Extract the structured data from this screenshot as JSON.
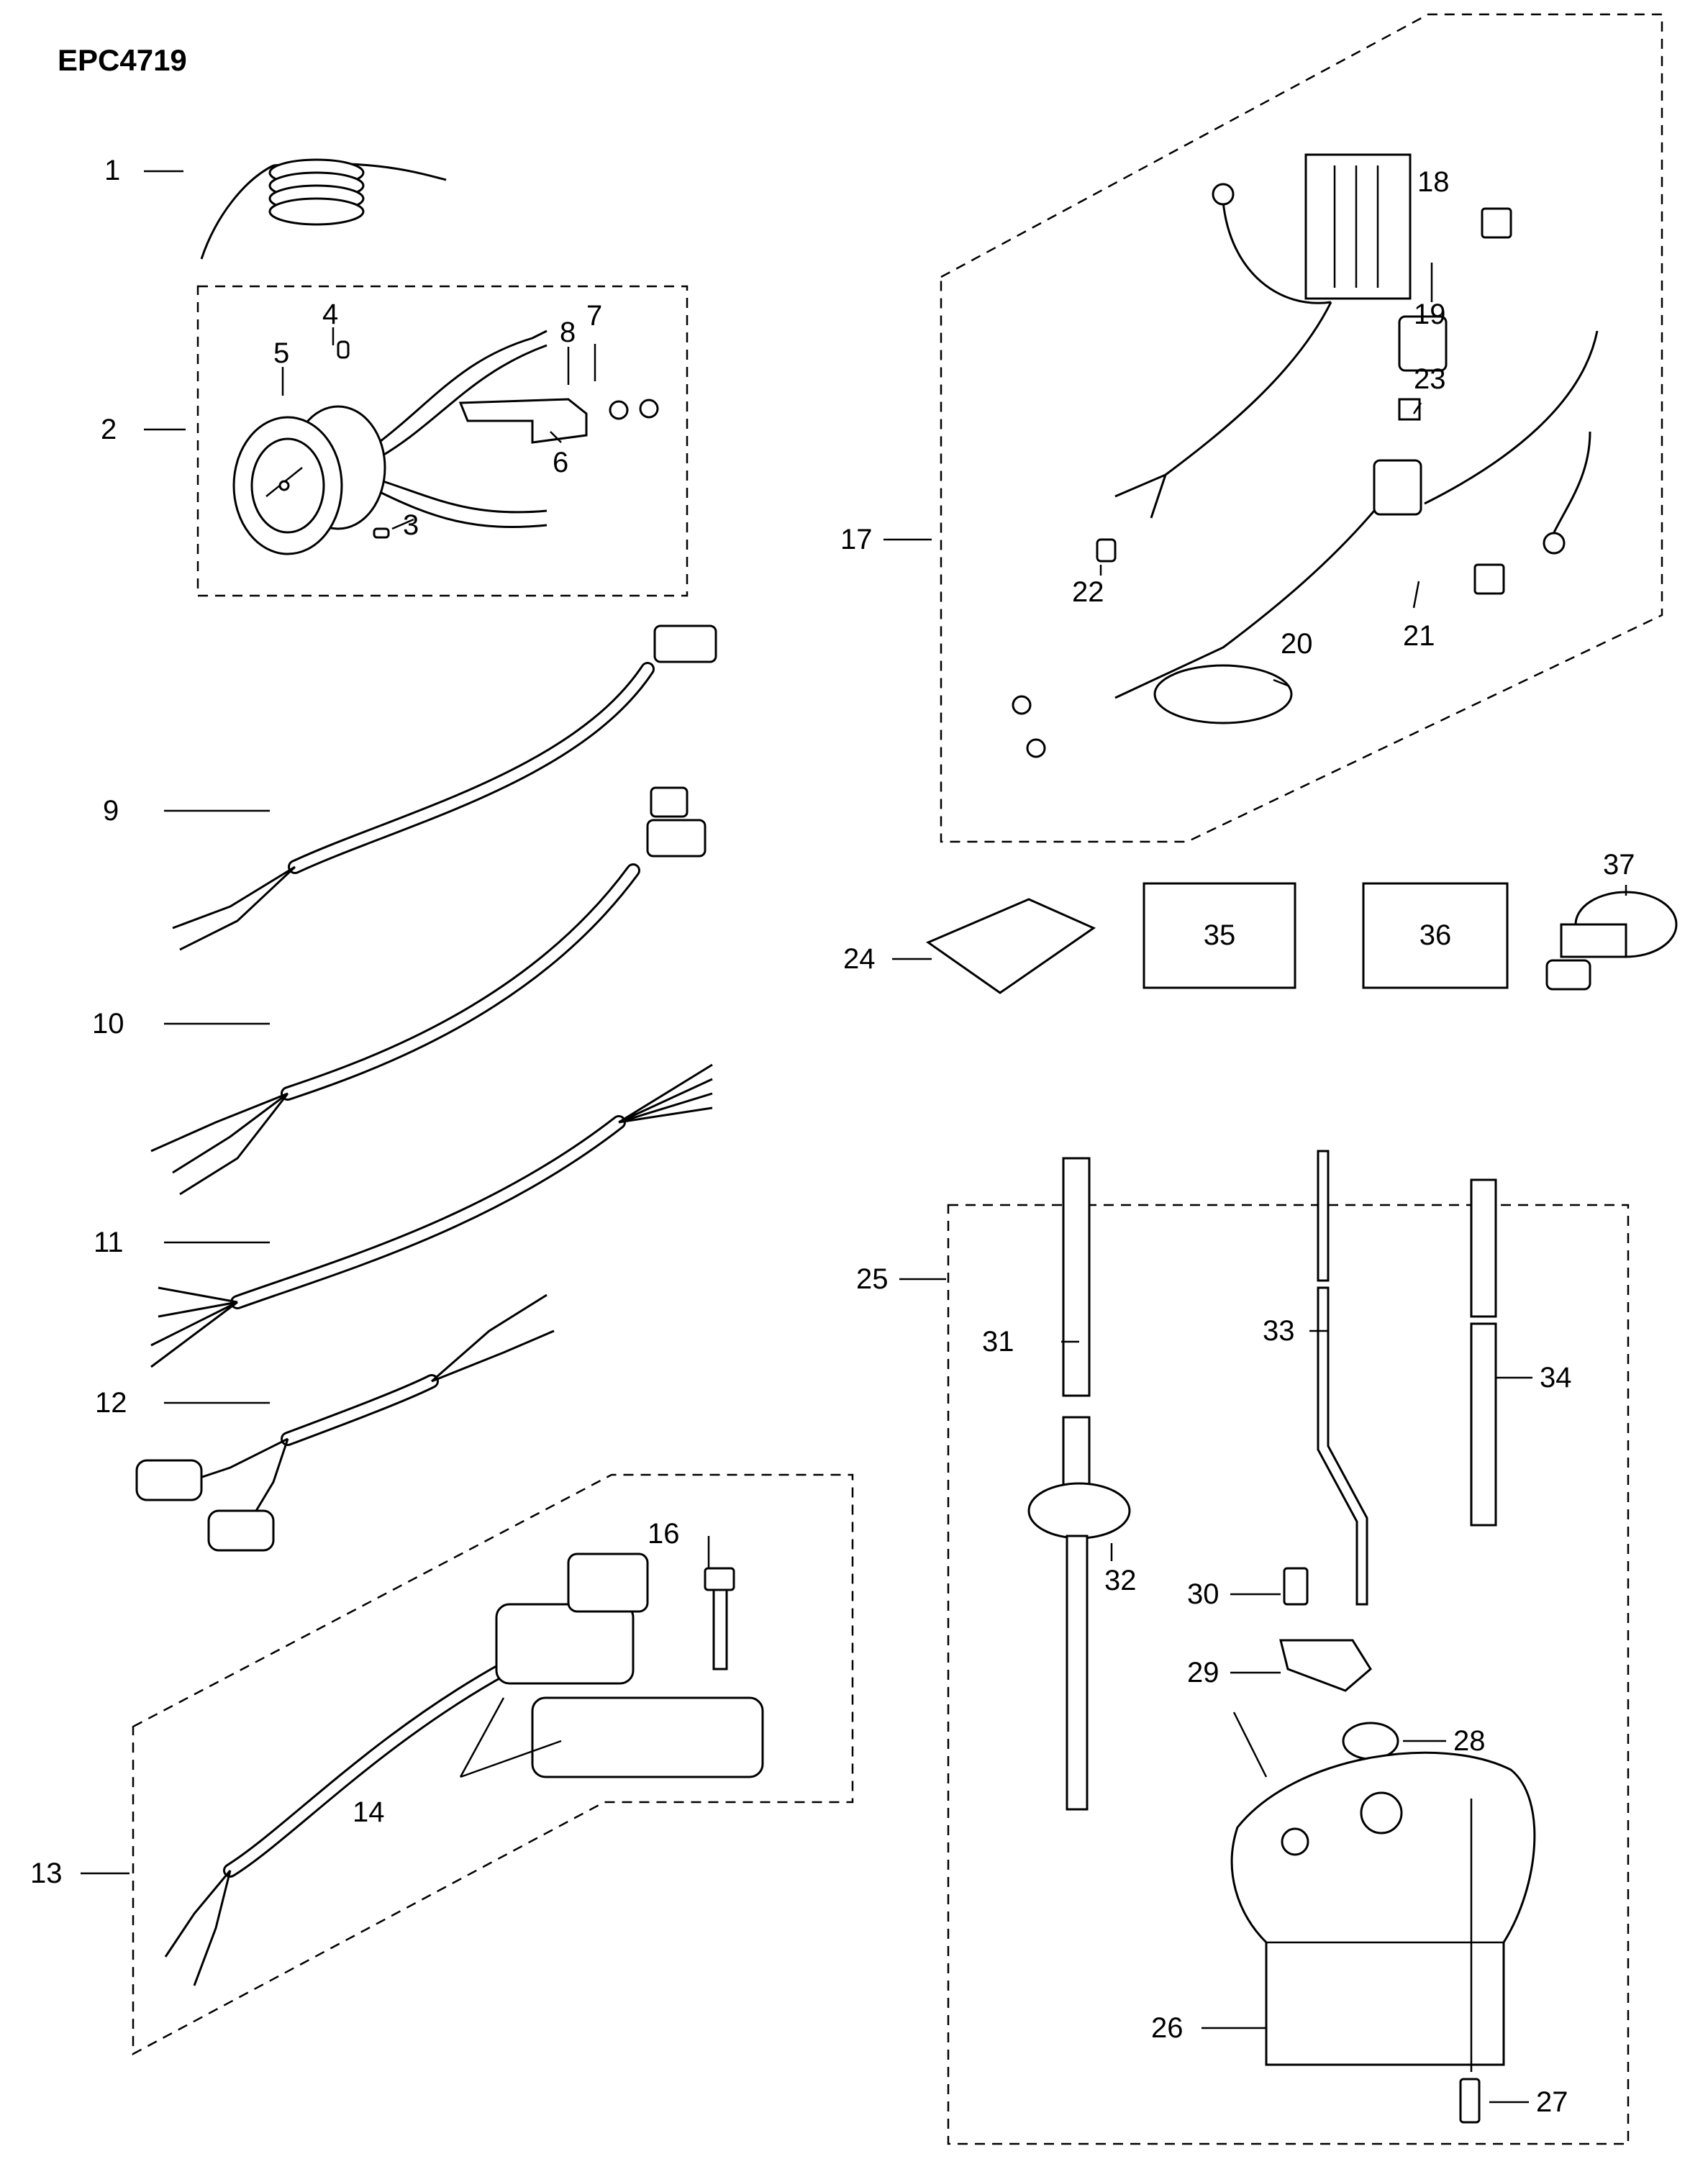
{
  "title": "EPC4719",
  "callouts": [
    "1",
    "2",
    "3",
    "4",
    "5",
    "6",
    "7",
    "8",
    "9",
    "10",
    "11",
    "12",
    "13",
    "14",
    "16",
    "17",
    "18",
    "19",
    "20",
    "21",
    "22",
    "23",
    "24",
    "25",
    "26",
    "27",
    "28",
    "29",
    "30",
    "31",
    "32",
    "33",
    "34",
    "37"
  ],
  "boxed_items": [
    "35",
    "36"
  ]
}
